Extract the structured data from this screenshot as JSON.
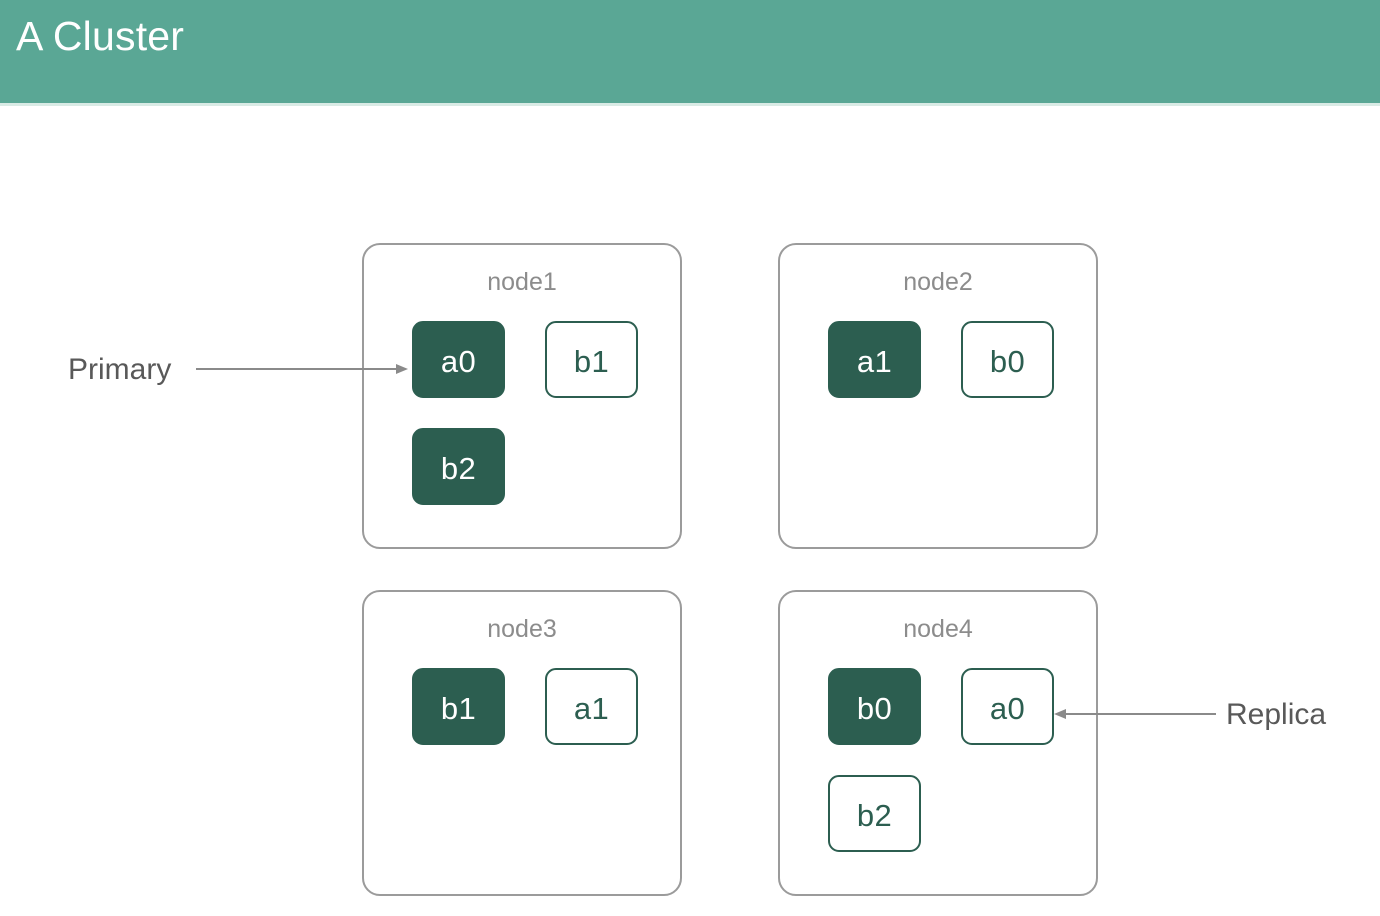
{
  "header": {
    "title": "A Cluster",
    "background_color": "#5aa795",
    "title_color": "#ffffff"
  },
  "colors": {
    "primary_fill": "#2c5e50",
    "replica_border": "#2c5e50",
    "replica_fill": "#ffffff",
    "node_border": "#9b9b9b",
    "node_label": "#8c8c8c",
    "annotation_text": "#595959",
    "arrow": "#8a8a8a",
    "page_background": "#ffffff"
  },
  "diagram": {
    "nodes": [
      {
        "id": "node1",
        "label": "node1",
        "shards": [
          {
            "label": "a0",
            "role": "primary",
            "column": 0,
            "row": 0
          },
          {
            "label": "b1",
            "role": "replica",
            "column": 1,
            "row": 0
          },
          {
            "label": "b2",
            "role": "primary",
            "column": 0,
            "row": 1
          }
        ]
      },
      {
        "id": "node2",
        "label": "node2",
        "shards": [
          {
            "label": "a1",
            "role": "primary",
            "column": 0,
            "row": 0
          },
          {
            "label": "b0",
            "role": "replica",
            "column": 1,
            "row": 0
          }
        ]
      },
      {
        "id": "node3",
        "label": "node3",
        "shards": [
          {
            "label": "b1",
            "role": "primary",
            "column": 0,
            "row": 0
          },
          {
            "label": "a1",
            "role": "replica",
            "column": 1,
            "row": 0
          }
        ]
      },
      {
        "id": "node4",
        "label": "node4",
        "shards": [
          {
            "label": "b0",
            "role": "primary",
            "column": 0,
            "row": 0
          },
          {
            "label": "a0",
            "role": "replica",
            "column": 1,
            "row": 0
          },
          {
            "label": "b2",
            "role": "replica",
            "column": 0,
            "row": 1
          }
        ]
      }
    ],
    "annotations": [
      {
        "id": "primary",
        "label": "Primary",
        "direction": "right",
        "points_to": {
          "node": "node1",
          "shard": "a0"
        }
      },
      {
        "id": "replica",
        "label": "Replica",
        "direction": "left",
        "points_to": {
          "node": "node4",
          "shard": "a0"
        }
      }
    ]
  }
}
